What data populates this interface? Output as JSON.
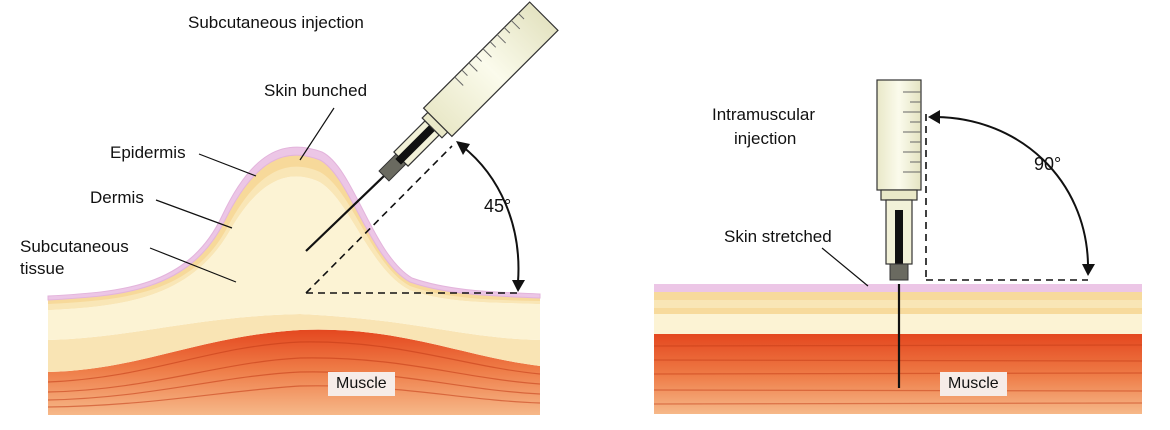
{
  "left_panel": {
    "title": "Subcutaneous injection",
    "labels": {
      "skin_bunched": "Skin bunched",
      "epidermis": "Epidermis",
      "dermis": "Dermis",
      "subcutaneous_line1": "Subcutaneous",
      "subcutaneous_line2": "tissue",
      "angle": "45°",
      "muscle": "Muscle"
    }
  },
  "right_panel": {
    "title_line1": "Intramuscular",
    "title_line2": "injection",
    "labels": {
      "skin_stretched": "Skin stretched",
      "angle": "90°",
      "muscle": "Muscle"
    }
  },
  "colors": {
    "epidermis": "#ecc6e6",
    "dermis": "#f7dca0",
    "subcutaneous": "#fcefc8",
    "fat_light": "#fbf4dc",
    "muscle_top": "#e7502a",
    "muscle_mid": "#f08a55",
    "muscle_bottom": "#f4b080",
    "syringe_barrel": "#f4f3dc",
    "needle": "#111111"
  }
}
